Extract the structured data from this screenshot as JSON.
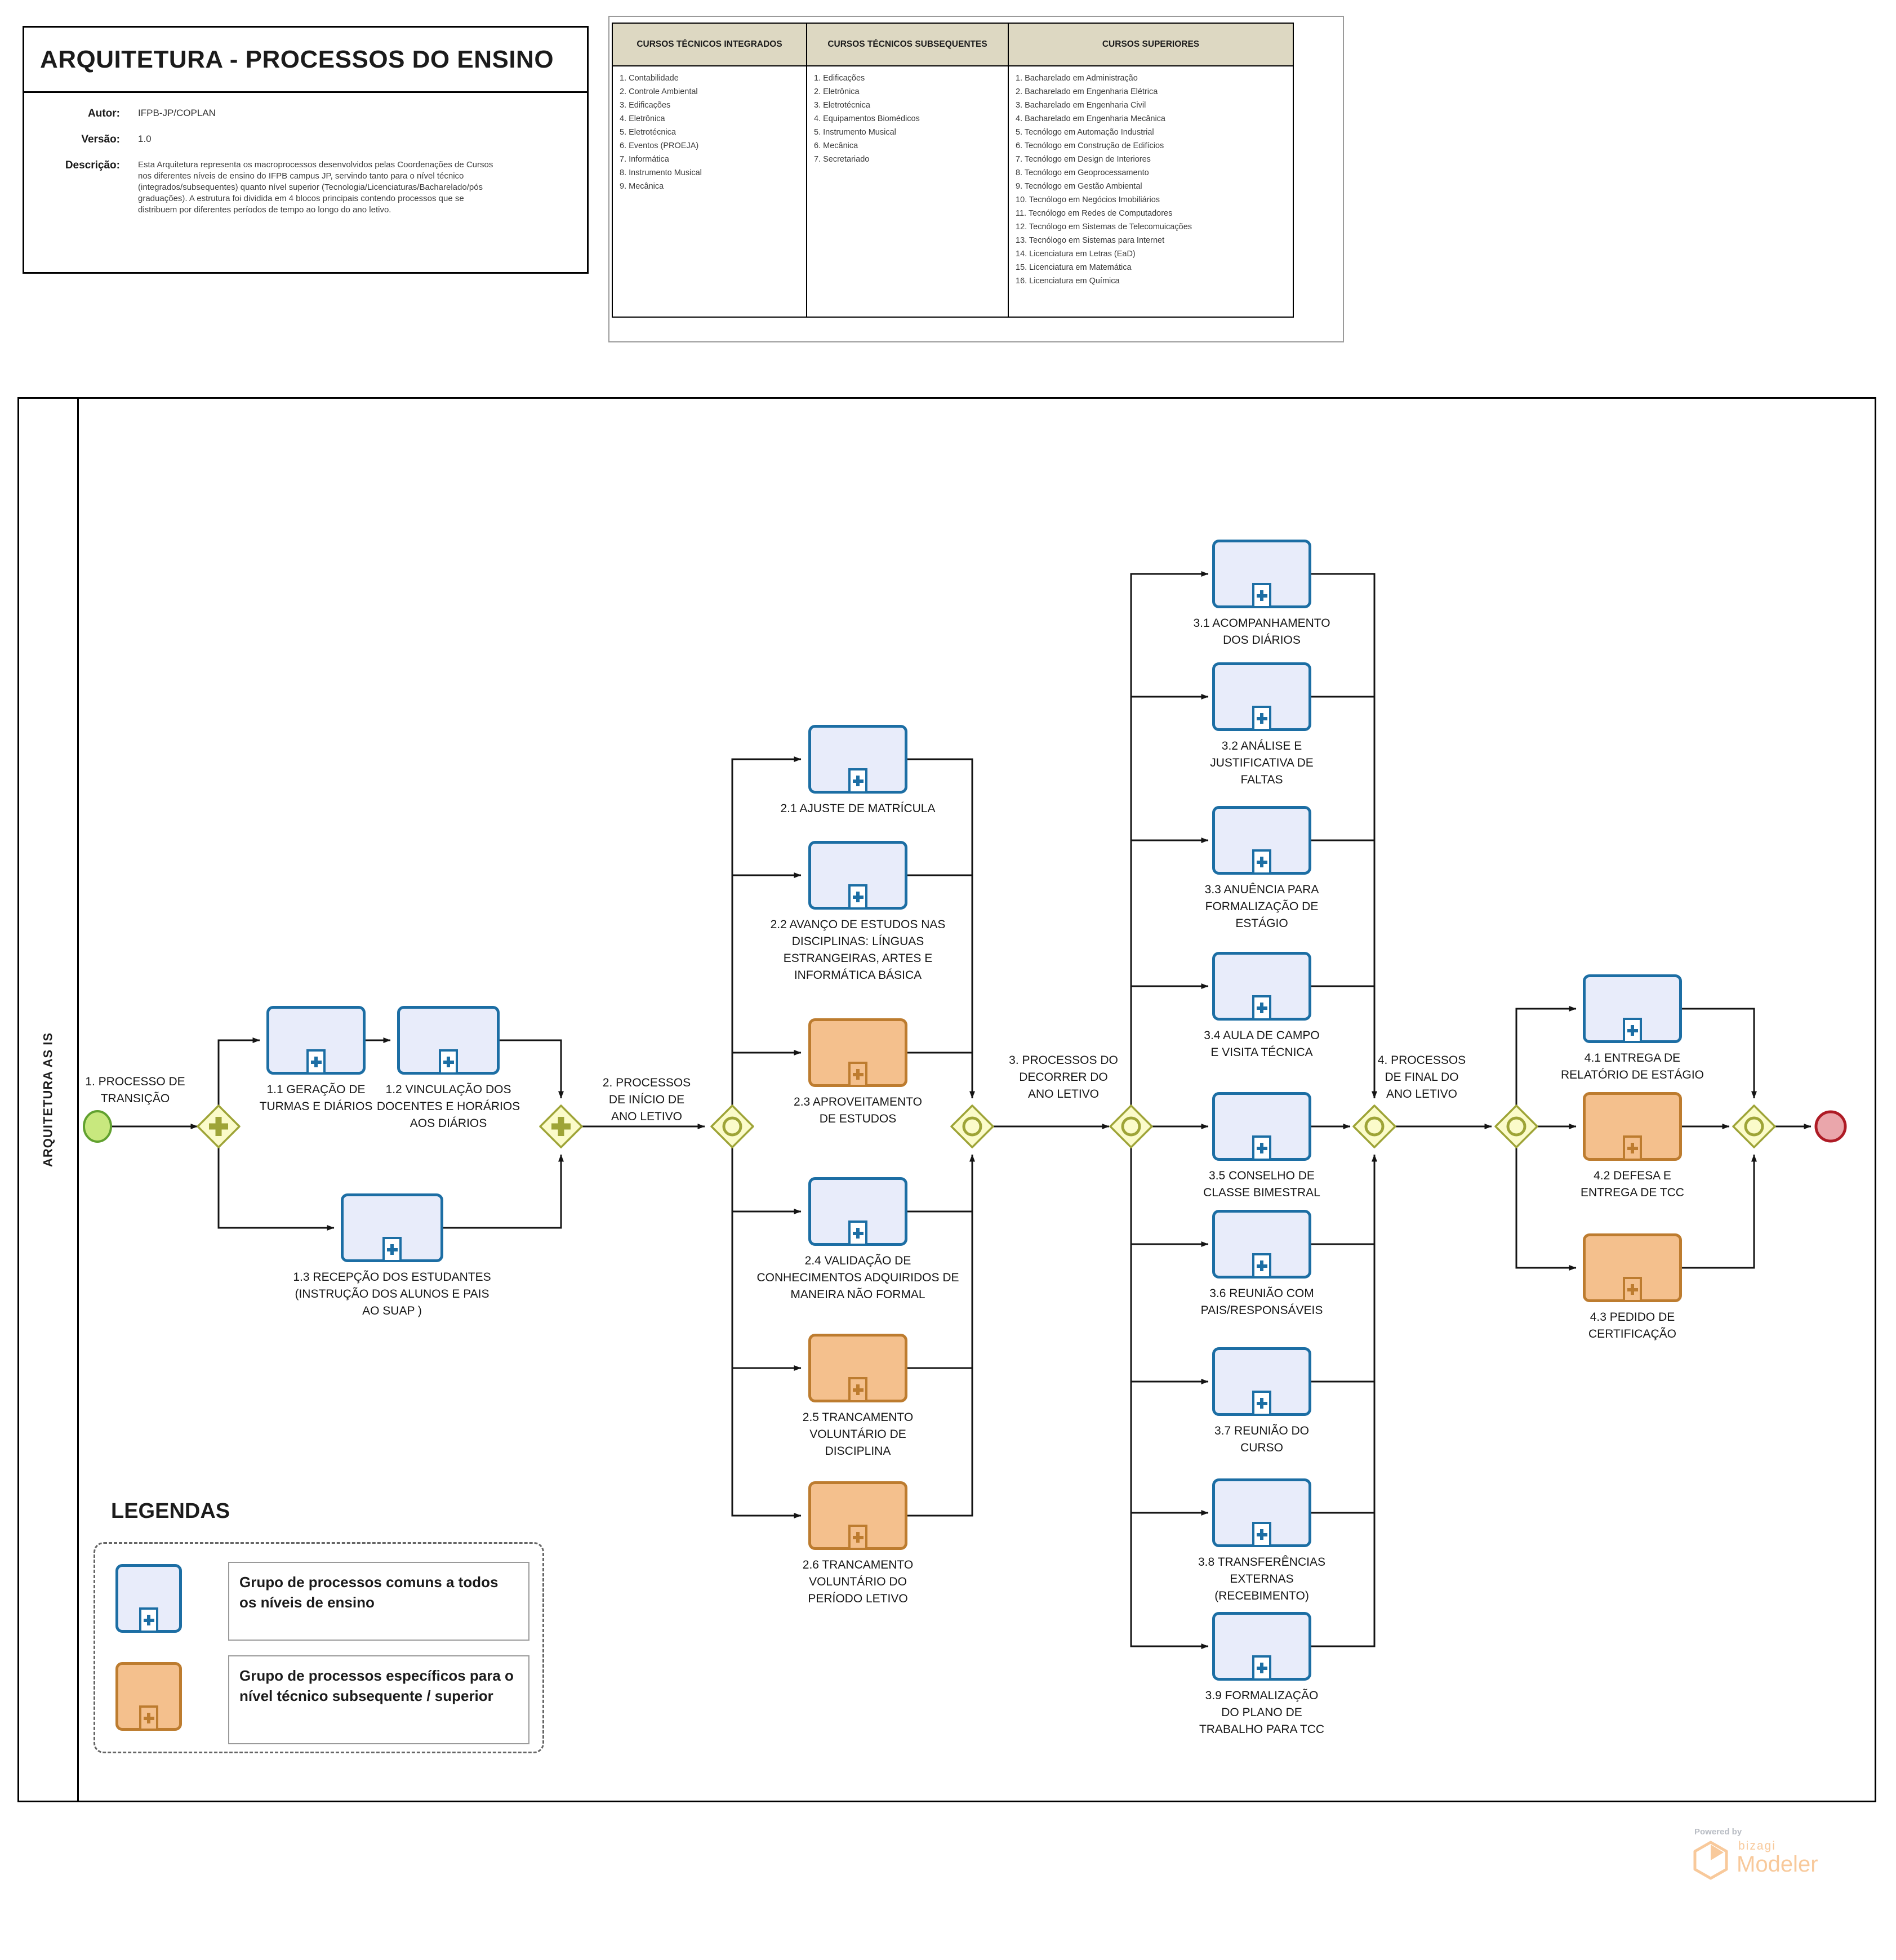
{
  "title_block": {
    "title": "ARQUITETURA - PROCESSOS DO ENSINO",
    "fields": [
      {
        "label": "Autor:",
        "value": "IFPB-JP/COPLAN"
      },
      {
        "label": "Versão:",
        "value": "1.0"
      },
      {
        "label": "Descrição:",
        "value": "Esta Arquitetura representa os macroprocessos desenvolvidos pelas Coordenações de Cursos nos diferentes níveis de ensino do IFPB campus JP, servindo tanto para o nível técnico (integrados/subsequentes) quanto nível superior (Tecnologia/Licenciaturas/Bacharelado/pós graduações). A estrutura foi dividida em 4 blocos principais contendo processos que se distribuem por diferentes períodos de tempo ao longo do ano letivo."
      }
    ]
  },
  "courses_table": {
    "columns": [
      {
        "header": "CURSOS TÉCNICOS INTEGRADOS",
        "items": [
          "Contabilidade",
          "Controle Ambiental",
          "Edificações",
          "Eletrônica",
          "Eletrotécnica",
          "Eventos (PROEJA)",
          "Informática",
          "Instrumento Musical",
          "Mecânica"
        ]
      },
      {
        "header": "CURSOS TÉCNICOS SUBSEQUENTES",
        "items": [
          "Edificações",
          "Eletrônica",
          "Eletrotécnica",
          "Equipamentos Biomédicos",
          "Instrumento Musical",
          "Mecânica",
          "Secretariado"
        ]
      },
      {
        "header": "CURSOS SUPERIORES",
        "items": [
          "Bacharelado em Administração",
          "Bacharelado em Engenharia Elétrica",
          "Bacharelado em Engenharia Civil",
          "Bacharelado em Engenharia Mecânica",
          "Tecnólogo em Automação Industrial",
          "Tecnólogo em Construção de Edifícios",
          "Tecnólogo em Design de Interiores",
          "Tecnólogo em Geoprocessamento",
          "Tecnólogo em Gestão Ambiental",
          "Tecnólogo em Negócios Imobiliários",
          "Tecnólogo em Redes de Computadores",
          "Tecnólogo em Sistemas de Telecomuicações",
          "Tecnólogo em Sistemas para Internet",
          "Licenciatura em Letras (EaD)",
          "Licenciatura em Matemática",
          "Licenciatura em Química"
        ]
      }
    ]
  },
  "pool": {
    "label": "ARQUITETURA AS IS"
  },
  "diagram": {
    "events": [
      {
        "id": "start",
        "type": "start"
      },
      {
        "id": "end",
        "type": "end"
      }
    ],
    "gateways": [
      {
        "id": "parallel-split-1",
        "type": "parallel"
      },
      {
        "id": "parallel-join-1",
        "type": "parallel"
      },
      {
        "id": "inclusive-split-2",
        "type": "inclusive"
      },
      {
        "id": "inclusive-join-2",
        "type": "inclusive"
      },
      {
        "id": "inclusive-split-3",
        "type": "inclusive"
      },
      {
        "id": "inclusive-join-3",
        "type": "inclusive"
      },
      {
        "id": "inclusive-split-4",
        "type": "inclusive"
      },
      {
        "id": "inclusive-join-4",
        "type": "inclusive"
      }
    ],
    "phase_labels": [
      {
        "id": "p1",
        "lines": [
          "1. PROCESSO DE",
          "TRANSIÇÃO"
        ]
      },
      {
        "id": "p2",
        "lines": [
          "2. PROCESSOS",
          "DE INÍCIO DE",
          "ANO LETIVO"
        ]
      },
      {
        "id": "p3",
        "lines": [
          "3. PROCESSOS DO",
          "DECORRER DO",
          "ANO LETIVO"
        ]
      },
      {
        "id": "p4",
        "lines": [
          "4. PROCESSOS",
          "DE FINAL DO",
          "ANO LETIVO"
        ]
      }
    ],
    "tasks": [
      {
        "id": "t11",
        "type": "subprocess",
        "kind": "common",
        "lines": [
          "1.1 GERAÇÃO DE",
          "TURMAS E DIÁRIOS"
        ]
      },
      {
        "id": "t12",
        "type": "subprocess",
        "kind": "common",
        "lines": [
          "1.2 VINCULAÇÃO DOS",
          "DOCENTES E HORÁRIOS",
          "AOS DIÁRIOS"
        ]
      },
      {
        "id": "t13",
        "type": "subprocess",
        "kind": "common",
        "lines": [
          "1.3 RECEPÇÃO DOS ESTUDANTES",
          "(INSTRUÇÃO DOS ALUNOS E PAIS",
          "AO SUAP )"
        ]
      },
      {
        "id": "t21",
        "type": "subprocess",
        "kind": "common",
        "lines": [
          "2.1 AJUSTE DE MATRÍCULA"
        ]
      },
      {
        "id": "t22",
        "type": "subprocess",
        "kind": "common",
        "lines": [
          "2.2 AVANÇO DE ESTUDOS NAS",
          "DISCIPLINAS: LÍNGUAS",
          "ESTRANGEIRAS, ARTES E",
          "INFORMÁTICA BÁSICA"
        ]
      },
      {
        "id": "t23",
        "type": "subprocess",
        "kind": "specific",
        "lines": [
          "2.3 APROVEITAMENTO",
          "DE ESTUDOS"
        ]
      },
      {
        "id": "t24",
        "type": "subprocess",
        "kind": "common",
        "lines": [
          "2.4 VALIDAÇÃO DE",
          "CONHECIMENTOS ADQUIRIDOS DE",
          "MANEIRA NÃO FORMAL"
        ]
      },
      {
        "id": "t25",
        "type": "subprocess",
        "kind": "specific",
        "lines": [
          "2.5 TRANCAMENTO",
          "VOLUNTÁRIO DE",
          "DISCIPLINA"
        ]
      },
      {
        "id": "t26",
        "type": "subprocess",
        "kind": "specific",
        "lines": [
          "2.6 TRANCAMENTO",
          "VOLUNTÁRIO DO",
          "PERÍODO LETIVO"
        ]
      },
      {
        "id": "t31",
        "type": "subprocess",
        "kind": "common",
        "lines": [
          "3.1 ACOMPANHAMENTO",
          "DOS DIÁRIOS"
        ]
      },
      {
        "id": "t32",
        "type": "subprocess",
        "kind": "common",
        "lines": [
          "3.2 ANÁLISE E",
          "JUSTIFICATIVA DE",
          "FALTAS"
        ]
      },
      {
        "id": "t33",
        "type": "subprocess",
        "kind": "common",
        "lines": [
          "3.3 ANUÊNCIA PARA",
          "FORMALIZAÇÃO DE",
          "ESTÁGIO"
        ]
      },
      {
        "id": "t34",
        "type": "subprocess",
        "kind": "common",
        "lines": [
          "3.4 AULA DE CAMPO",
          "E VISITA TÉCNICA"
        ]
      },
      {
        "id": "t35",
        "type": "subprocess",
        "kind": "common",
        "lines": [
          "3.5 CONSELHO DE",
          "CLASSE BIMESTRAL"
        ]
      },
      {
        "id": "t36",
        "type": "subprocess",
        "kind": "common",
        "lines": [
          "3.6 REUNIÃO COM",
          "PAIS/RESPONSÁVEIS"
        ]
      },
      {
        "id": "t37",
        "type": "subprocess",
        "kind": "common",
        "lines": [
          "3.7 REUNIÃO DO",
          "CURSO"
        ]
      },
      {
        "id": "t38",
        "type": "subprocess",
        "kind": "common",
        "lines": [
          "3.8 TRANSFERÊNCIAS",
          "EXTERNAS",
          "(RECEBIMENTO)"
        ]
      },
      {
        "id": "t39",
        "type": "subprocess",
        "kind": "common",
        "lines": [
          "3.9 FORMALIZAÇÃO",
          "DO PLANO DE",
          "TRABALHO PARA TCC"
        ]
      },
      {
        "id": "t41",
        "type": "subprocess",
        "kind": "common",
        "lines": [
          "4.1 ENTREGA DE",
          "RELATÓRIO DE ESTÁGIO"
        ]
      },
      {
        "id": "t42",
        "type": "subprocess",
        "kind": "specific",
        "lines": [
          "4.2 DEFESA E",
          "ENTREGA DE TCC"
        ]
      },
      {
        "id": "t43",
        "type": "subprocess",
        "kind": "specific",
        "lines": [
          "4.3 PEDIDO DE",
          "CERTIFICAÇÃO"
        ]
      }
    ]
  },
  "legend": {
    "title": "LEGENDAS",
    "items": [
      {
        "kind": "common",
        "text": "Grupo de processos comuns a todos os níveis de ensino"
      },
      {
        "kind": "specific",
        "text": "Grupo de processos específicos para o nível técnico subsequente / superior"
      }
    ]
  },
  "footer": {
    "powered_by": "Powered by",
    "brand": "bizagi",
    "product": "Modeler"
  },
  "colors": {
    "task_common_border": "#1c6ea4",
    "task_common_fill": "#e8ecfa",
    "specific_border": "#bd7c2f",
    "specific_fill": "#f4c08d",
    "gateway_fill": "#fbfbca",
    "gateway_stroke": "#9ea437",
    "start_fill": "#c8e87e",
    "start_stroke": "#61a12f",
    "end_fill": "#eaa6ab",
    "end_stroke": "#ae1b25",
    "table_header_bg": "#ddd8c2",
    "bizagi_orange": "#f8c99b"
  }
}
